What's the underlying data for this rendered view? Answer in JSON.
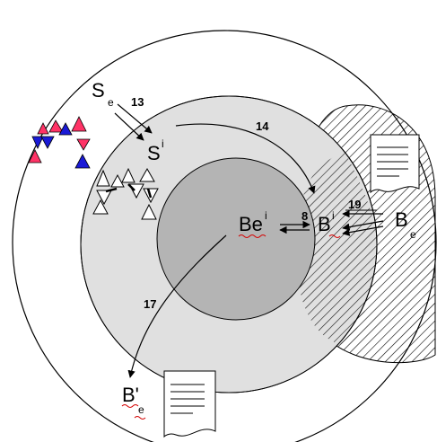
{
  "labels": {
    "S": "S",
    "S_sub": "e",
    "Si": "S",
    "Si_sup": "i",
    "Bi": "B",
    "Bi_sup": "i",
    "Bei": "Be",
    "Bei_sup": "i",
    "Be": "B",
    "Be_sub": "e",
    "Bpe": "B'",
    "Bpe_sub": "e"
  },
  "arrow_numbers": {
    "n13": "13",
    "n14": "14",
    "n8": "8",
    "n19": "19",
    "n17": "17"
  },
  "colors": {
    "outer_fill": "#ffffff",
    "middle_fill": "#e0e0e0",
    "inner_fill": "#b4b4b4",
    "red_triangle": "#ff3366",
    "blue_triangle": "#1a1ad6",
    "squiggle": "#d40000"
  },
  "icons": [
    "document-icon",
    "triangle-chain-icon",
    "hatched-region"
  ]
}
